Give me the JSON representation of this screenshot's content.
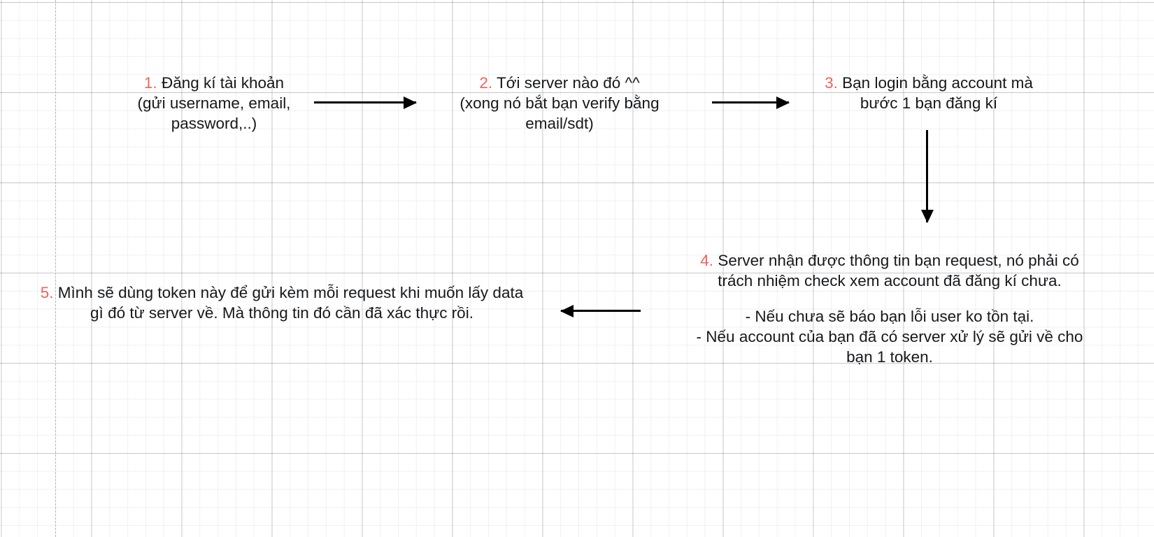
{
  "board": {
    "background": "#ffffff",
    "grid_minor_color": "#eeeeee",
    "grid_major_color": "#d9d9d9",
    "margin_line_color": "#b9b9b9",
    "ink_color": "#16181c",
    "number_color": "#f1635a"
  },
  "steps": [
    {
      "number": "1.",
      "lines": [
        "Đăng kí tài khoản",
        "(gửi username, email,",
        "password,..)"
      ]
    },
    {
      "number": "2.",
      "lines": [
        "Tới server nào đó ^^",
        "(xong nó bắt bạn verify bằng",
        "email/sdt)"
      ]
    },
    {
      "number": "3.",
      "lines": [
        "Bạn login bằng account mà",
        "bước 1 bạn đăng kí"
      ]
    },
    {
      "number": "4.",
      "lines": [
        "Server nhận được thông tin bạn request, nó phải có",
        "trách nhiệm check xem account đã đăng kí chưa.",
        "-  Nếu chưa sẽ báo bạn lỗi user ko tồn tại.",
        "- Nếu account của bạn đã có server xử lý sẽ gửi về cho",
        "bạn 1 token."
      ]
    },
    {
      "number": "5.",
      "lines": [
        "Mình sẽ dùng token này để gửi kèm mỗi request khi muốn lấy data",
        "gì đó từ server về. Mà thông tin đó cần đã xác thực rồi."
      ]
    }
  ],
  "arrows": [
    {
      "name": "arrow-step1-to-step2",
      "direction": "right"
    },
    {
      "name": "arrow-step2-to-step3",
      "direction": "right"
    },
    {
      "name": "arrow-step3-to-step4",
      "direction": "down"
    },
    {
      "name": "arrow-step4-to-step5",
      "direction": "left"
    }
  ]
}
